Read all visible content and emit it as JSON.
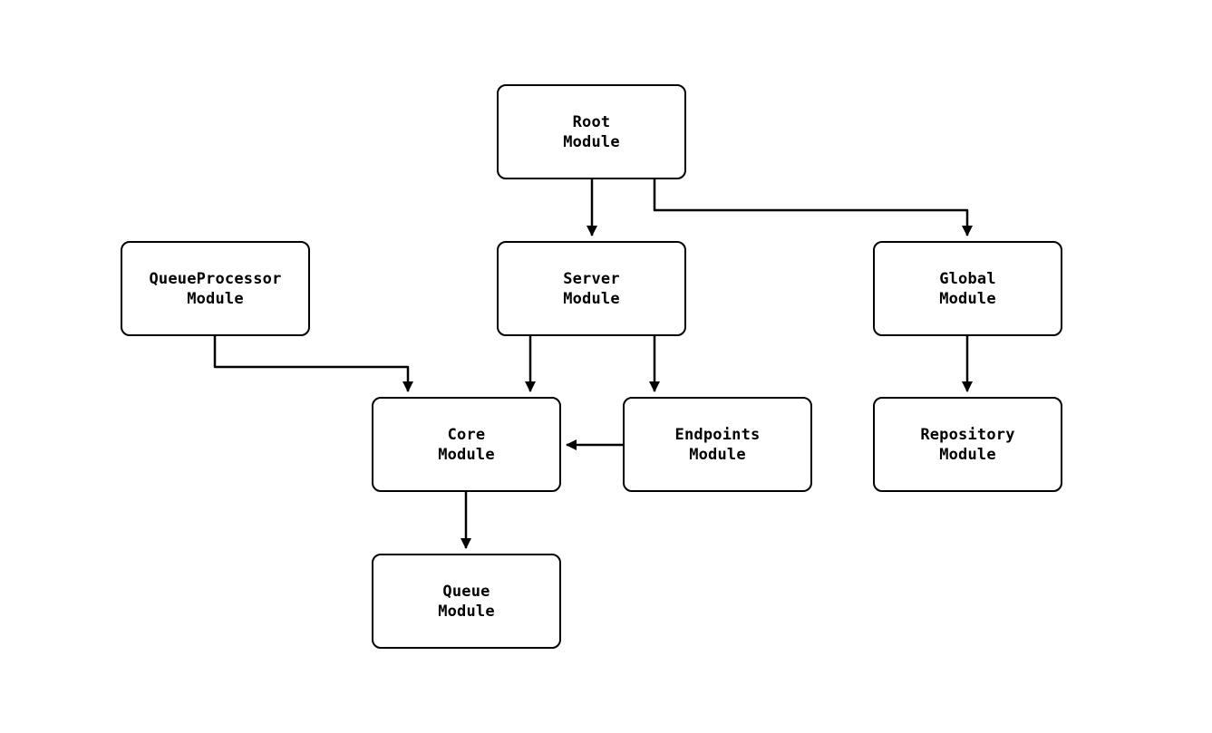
{
  "diagram": {
    "type": "module-dependency-graph",
    "colors": {
      "background": "#ffffff",
      "node_fill": "#ffffff",
      "node_border": "#000000",
      "edge": "#000000",
      "text": "#000000"
    },
    "nodes": [
      {
        "id": "root",
        "label": "Root\nModule"
      },
      {
        "id": "server",
        "label": "Server\nModule"
      },
      {
        "id": "global",
        "label": "Global\nModule"
      },
      {
        "id": "queueprocessor",
        "label": "QueueProcessor\nModule"
      },
      {
        "id": "core",
        "label": "Core\nModule"
      },
      {
        "id": "endpoints",
        "label": "Endpoints\nModule"
      },
      {
        "id": "repository",
        "label": "Repository\nModule"
      },
      {
        "id": "queue",
        "label": "Queue\nModule"
      }
    ],
    "edges": [
      {
        "from": "root",
        "to": "server"
      },
      {
        "from": "root",
        "to": "global"
      },
      {
        "from": "queueprocessor",
        "to": "core"
      },
      {
        "from": "server",
        "to": "core"
      },
      {
        "from": "server",
        "to": "endpoints"
      },
      {
        "from": "endpoints",
        "to": "core"
      },
      {
        "from": "global",
        "to": "repository"
      },
      {
        "from": "core",
        "to": "queue"
      }
    ]
  }
}
